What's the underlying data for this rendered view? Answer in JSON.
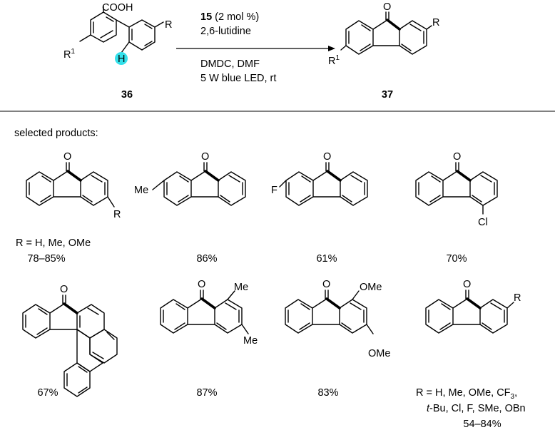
{
  "reaction": {
    "reactant_label": "36",
    "product_label": "37",
    "reactant_cooh": "COOH",
    "reactant_r": "R",
    "reactant_r1": "R",
    "reactant_r1_sup": "1",
    "reactant_h": "H",
    "product_o": "O",
    "product_r": "R",
    "product_r1": "R",
    "product_r1_sup": "1",
    "condition_catalyst": "15",
    "condition_catalyst_amount": " (2 mol %)",
    "condition_base": "2,6-lutidine",
    "condition_reagents": "DMDC, DMF",
    "condition_light": "5 W blue LED, rt"
  },
  "section_title": "selected products:",
  "products": [
    {
      "atom_labels": [
        "O",
        "R"
      ],
      "caption_lines": [
        "R = H, Me, OMe",
        "78–85%"
      ]
    },
    {
      "atom_labels": [
        "O",
        "Me"
      ],
      "caption_lines": [
        "86%"
      ]
    },
    {
      "atom_labels": [
        "O",
        "F"
      ],
      "caption_lines": [
        "61%"
      ]
    },
    {
      "atom_labels": [
        "O",
        "Cl"
      ],
      "caption_lines": [
        "70%"
      ]
    },
    {
      "atom_labels": [
        "O"
      ],
      "caption_lines": [
        "67%"
      ]
    },
    {
      "atom_labels": [
        "O",
        "Me",
        "Me"
      ],
      "caption_lines": [
        "87%"
      ]
    },
    {
      "atom_labels": [
        "O",
        "OMe",
        "OMe"
      ],
      "caption_lines": [
        "83%"
      ]
    },
    {
      "atom_labels": [
        "O",
        "R"
      ],
      "caption_lines": [
        "R = H, Me, OMe, CF",
        "t",
        "-Bu, Cl, F, SMe, OBn",
        "54–84%"
      ],
      "caption_sub": "3",
      "caption_tail": ","
    }
  ],
  "colors": {
    "highlight": "#33e0ea",
    "ink": "#000000"
  }
}
